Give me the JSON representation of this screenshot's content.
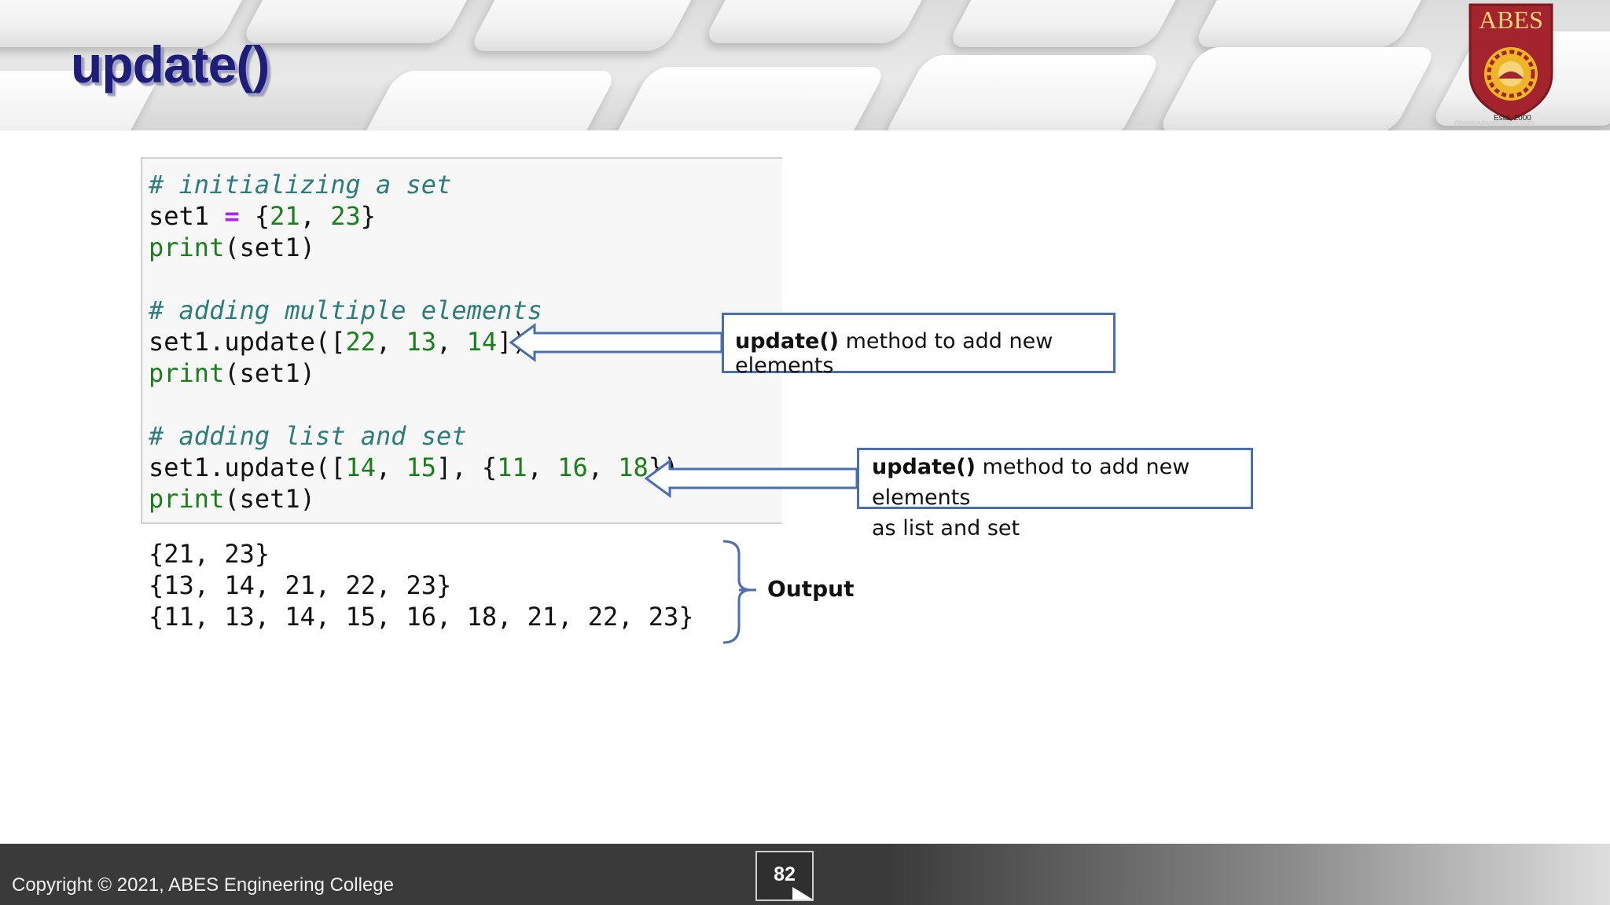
{
  "slide": {
    "title": "update()",
    "logo_text": "ABES",
    "logo_est": "Estd. 2000",
    "image_credit": "downloadwallpapers.com"
  },
  "code": {
    "lines": [
      {
        "kind": "comment",
        "text": "# initializing a set"
      },
      {
        "kind": "code",
        "id": "assign"
      },
      {
        "kind": "code",
        "id": "print1"
      },
      {
        "kind": "blank"
      },
      {
        "kind": "comment",
        "text": "# adding multiple elements"
      },
      {
        "kind": "code",
        "id": "update1"
      },
      {
        "kind": "code",
        "id": "print2"
      },
      {
        "kind": "blank"
      },
      {
        "kind": "comment",
        "text": "# adding list and set"
      },
      {
        "kind": "code",
        "id": "update2"
      },
      {
        "kind": "code",
        "id": "print3"
      }
    ],
    "comment1": "# initializing a set",
    "comment2": "# adding multiple elements",
    "comment3": "# adding list and set",
    "var": "set1",
    "assign_op": "=",
    "set_open": "{",
    "set_close": "}",
    "n21": "21",
    "n23": "23",
    "print_fn": "print",
    "print_arg": "(set1)",
    "update_call": "set1.update([",
    "n22": "22",
    "n13": "13",
    "n14": "14",
    "n15": "15",
    "n11": "11",
    "n16": "16",
    "n18": "18"
  },
  "output": {
    "lines": [
      "{21, 23}",
      "{13, 14, 21, 22, 23}",
      "{11, 13, 14, 15, 16, 18, 21, 22, 23}"
    ],
    "label": "Output"
  },
  "callouts": {
    "first_bold": "update()",
    "first_rest": " method to add new elements",
    "second_bold": "update()",
    "second_rest": " method to add new elements",
    "second_line2": "as list and set"
  },
  "footer": {
    "copyright": "Copyright © 2021, ABES Engineering College",
    "page_number": "82"
  },
  "colors": {
    "title": "#1e1e78",
    "arrow": "#4a6fb0",
    "comment": "#2e7d7d",
    "number": "#1a7f1a",
    "operator": "#aa22ff",
    "logo_red": "#a3242c",
    "logo_gold": "#f0b429"
  }
}
